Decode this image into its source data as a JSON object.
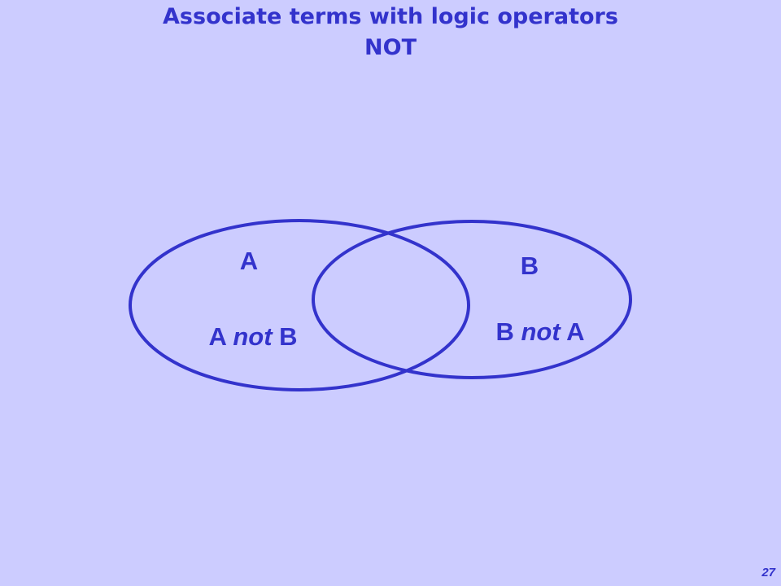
{
  "slide": {
    "title_line_1": "Associate terms with logic operators",
    "title_line_2": "NOT",
    "page_number": "27"
  },
  "venn": {
    "set_a_label": "A",
    "set_b_label": "B",
    "region_a": {
      "left": "A",
      "operator": "not",
      "right": "B"
    },
    "region_b": {
      "left": "B",
      "operator": "not",
      "right": "A"
    }
  },
  "colors": {
    "background": "#ccccff",
    "accent": "#3333cc"
  }
}
